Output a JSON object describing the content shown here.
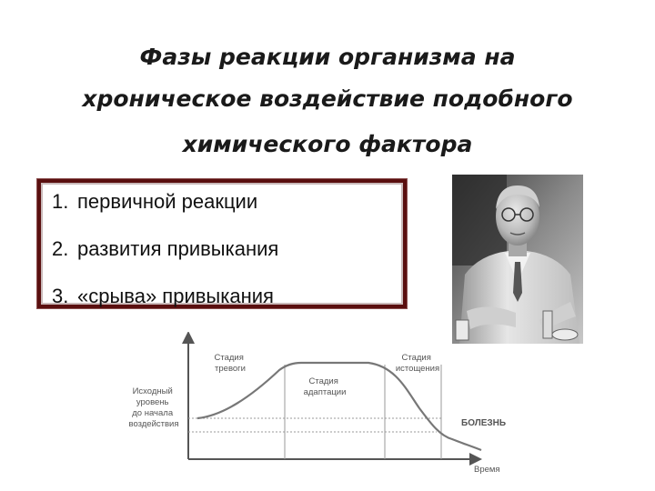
{
  "slide": {
    "title_lines": [
      "Фазы реакции организма на",
      "хроническое воздействие подобного",
      "химического фактора"
    ],
    "phases": [
      {
        "number": "1.",
        "label": "первичной реакции"
      },
      {
        "number": "2.",
        "label": "развития привыкания"
      },
      {
        "number": "3.",
        "label": "«срыва» привыкания"
      }
    ],
    "colors": {
      "box_border": "#5a0f0f",
      "curve": "#777777"
    }
  },
  "diagram": {
    "y_label_lines": [
      "Исходный",
      "уровень",
      "до начала",
      "воздействия"
    ],
    "x_label": "Время",
    "stage_alarm_lines": [
      "Стадия",
      "тревоги"
    ],
    "stage_adaptation_lines": [
      "Стадия",
      "адаптации"
    ],
    "stage_exhaustion_lines": [
      "Стадия",
      "истощения"
    ],
    "disease_label": "БОЛЕЗНЬ"
  }
}
